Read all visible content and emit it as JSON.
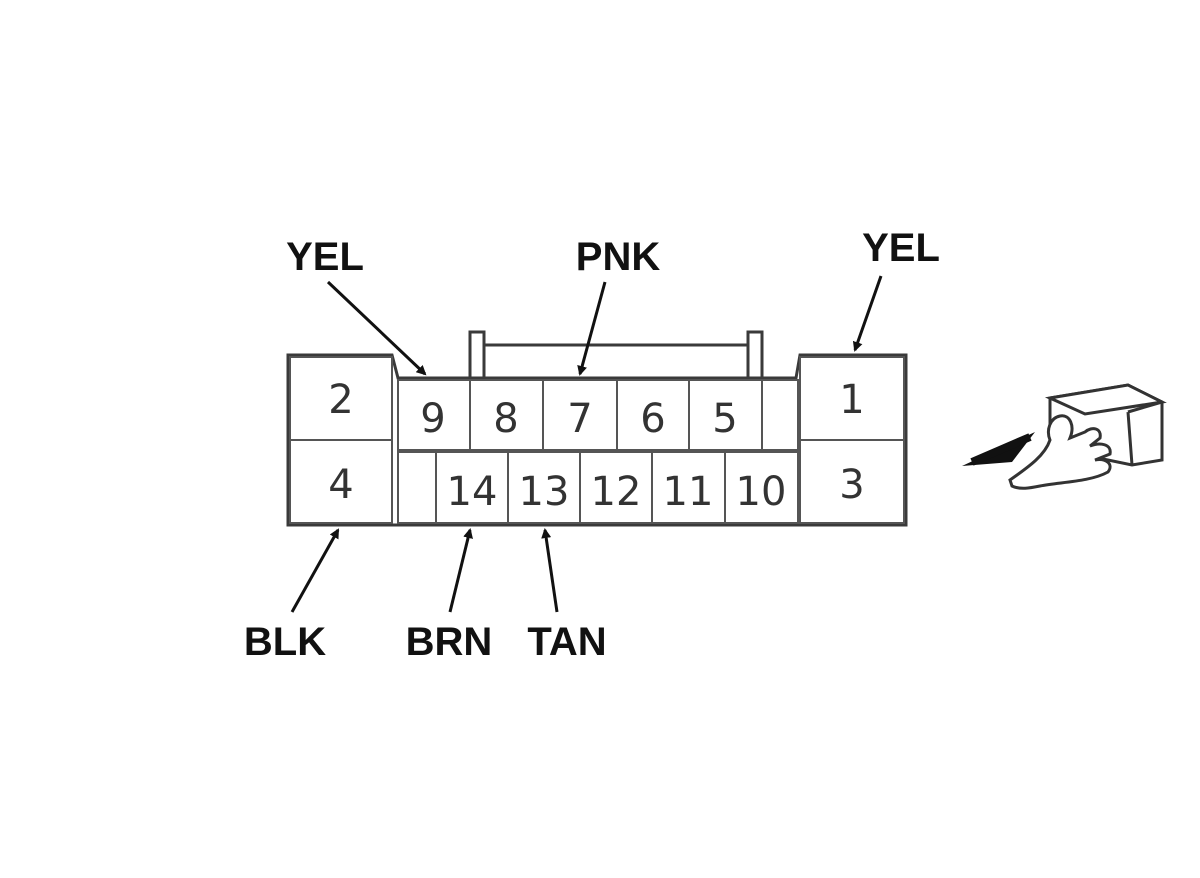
{
  "connector": {
    "pins": {
      "p1": "1",
      "p2": "2",
      "p3": "3",
      "p4": "4",
      "p5": "5",
      "p6": "6",
      "p7": "7",
      "p8": "8",
      "p9": "9",
      "p10": "10",
      "p11": "11",
      "p12": "12",
      "p13": "13",
      "p14": "14"
    }
  },
  "wire_labels": {
    "pin9": "YEL",
    "pin7": "PNK",
    "pin1": "YEL",
    "pin4": "BLK",
    "pin14": "BRN",
    "pin13": "TAN"
  },
  "view_indicator": {
    "icon": "hand-pointing-connector-icon",
    "arrow": "insertion-direction-arrow-icon"
  }
}
